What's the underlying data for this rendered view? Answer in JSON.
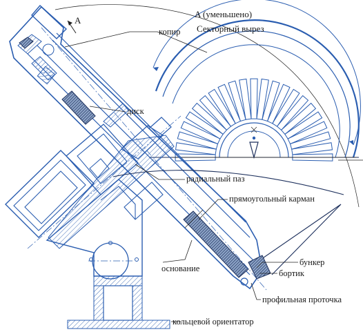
{
  "view": {
    "arrow_label": "A",
    "title": "A (уменьшено)",
    "subtitle": "Секторный вырез"
  },
  "callouts": [
    {
      "id": "kopir",
      "text": "копир"
    },
    {
      "id": "disk",
      "text": "диск"
    },
    {
      "id": "radial-slot",
      "text": "радиальный паз"
    },
    {
      "id": "rect-pocket",
      "text": "прямоугольный карман"
    },
    {
      "id": "hopper",
      "text": "бункер"
    },
    {
      "id": "base",
      "text": "основание"
    },
    {
      "id": "rim",
      "text": "бортик"
    },
    {
      "id": "profile-groove",
      "text": "профильная проточка"
    },
    {
      "id": "ring-orienter",
      "text": "кольцевой ориентатор"
    }
  ],
  "colors": {
    "line": "#2a5db0",
    "dark": "#1c2f5c",
    "text": "#1a1a1a"
  }
}
